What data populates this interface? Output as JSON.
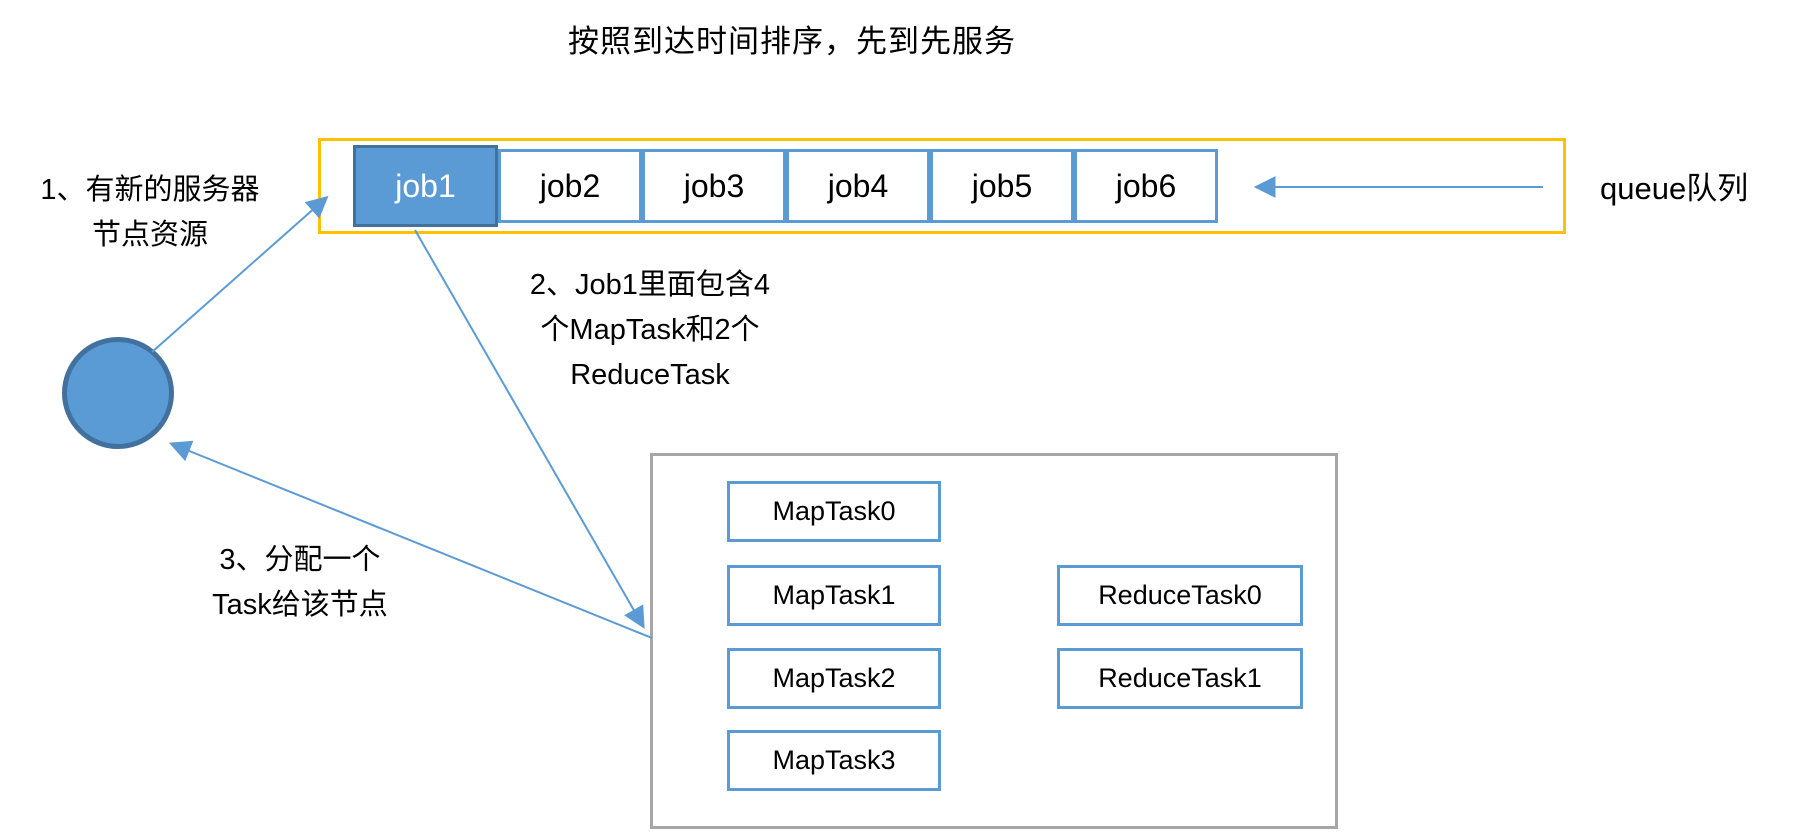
{
  "title": "按照到达时间排序，先到先服务",
  "queue": {
    "label": "queue队列",
    "jobs": [
      "job1",
      "job2",
      "job3",
      "job4",
      "job5",
      "job6"
    ],
    "active_job": "job1"
  },
  "steps": {
    "step1": {
      "line1": "1、有新的服务器",
      "line2": "节点资源"
    },
    "step2": {
      "line1": "2、Job1里面包含4",
      "line2": "个MapTask和2个",
      "line3": "ReduceTask"
    },
    "step3": {
      "line1": "3、分配一个",
      "line2": "Task给该节点"
    }
  },
  "tasks": {
    "map": [
      "MapTask0",
      "MapTask1",
      "MapTask2",
      "MapTask3"
    ],
    "reduce": [
      "ReduceTask0",
      "ReduceTask1"
    ]
  },
  "colors": {
    "accent_blue": "#5B9BD5",
    "accent_blue_dark": "#41719C",
    "queue_border_orange": "#FFC000",
    "container_border_gray": "#A6A6A6",
    "arrow_blue": "#5B9BD5"
  }
}
